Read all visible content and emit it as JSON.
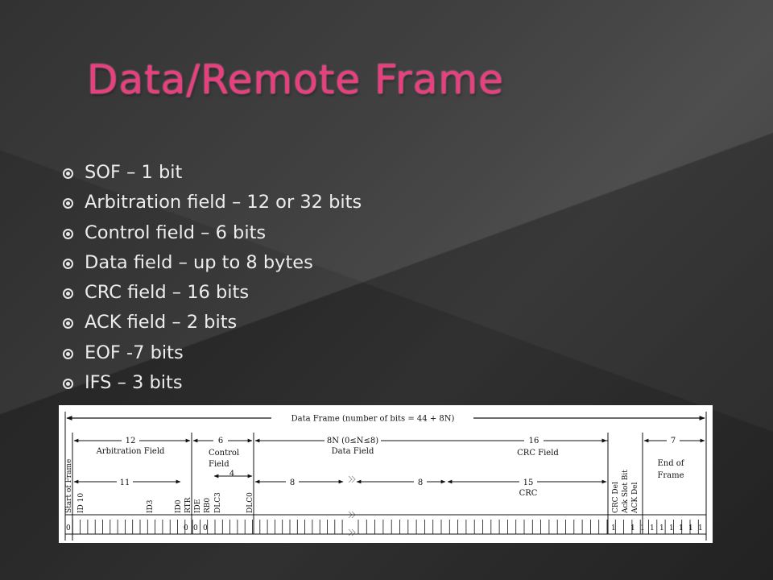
{
  "slide": {
    "title": "Data/Remote Frame",
    "title_color": "#e8407e",
    "bullets": [
      "SOF – 1 bit",
      "Arbitration field – 12 or 32 bits",
      "Control field – 6 bits",
      "Data field – up to 8 bytes",
      "CRC field – 16 bits",
      "ACK field – 2 bits",
      "EOF -7 bits",
      "IFS – 3 bits"
    ]
  },
  "diagram": {
    "top_label": "Data Frame (number of bits = 44 + 8N)",
    "fields": {
      "arbitration": {
        "count": "12",
        "name": "Arbitration Field"
      },
      "control": {
        "count": "6",
        "name_line1": "Control",
        "name_line2": "Field"
      },
      "data": {
        "count": "8N (0≤N≤8)",
        "name": "Data Field"
      },
      "crc": {
        "count": "16",
        "name": "CRC Field"
      },
      "eof": {
        "count": "7",
        "name_line1": "End of",
        "name_line2": "Frame"
      }
    },
    "sub_counts": {
      "identifier": "11",
      "dlc": "4",
      "byte1": "8",
      "byte2": "8",
      "crc_seq": "15",
      "crc_seq_label": "CRC"
    },
    "bit_labels": {
      "sof": "Start of Frame",
      "id10": "ID 10",
      "id3": "ID3",
      "id0": "ID0",
      "rtr": "RTR",
      "ide": "IDE",
      "rb0": "RB0",
      "dlc3": "DLC3",
      "dlc0": "DLC0",
      "crc_del": "CRC Del",
      "ack_slot": "Ack Slot Bit",
      "ack_del": "ACK Del"
    },
    "bit_values": {
      "sof": "0",
      "rtr": "0",
      "ide": "0",
      "rb0": "0",
      "crc_del": "1",
      "eof_bits": [
        "1",
        "1",
        "1",
        "1",
        "1",
        "1",
        "1",
        "1"
      ]
    }
  }
}
